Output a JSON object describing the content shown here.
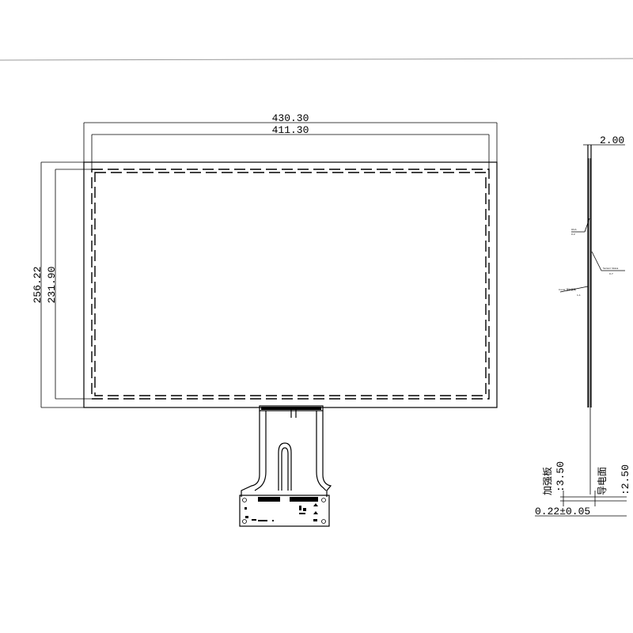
{
  "dimensions": {
    "outer_width": "430.30",
    "active_width": "411.30",
    "outer_height": "256.22",
    "active_height": "231.90",
    "thickness": "2.00",
    "stiffener_label": "加强板",
    "stiffener_value": ":3.50",
    "conductive_label": "导电面",
    "conductive_value": ":2.50",
    "fpc_thickness": "0.22±0.05"
  },
  "side_labels": {
    "label_a": "OCA",
    "label_a_sub": "0.2",
    "label_b": "Sensor Glass",
    "label_b_sub": "0.7",
    "label_c": "Cover 保护玻璃",
    "label_c_sub": "1.1"
  },
  "colors": {
    "line": "#000000",
    "background": "#ffffff"
  }
}
